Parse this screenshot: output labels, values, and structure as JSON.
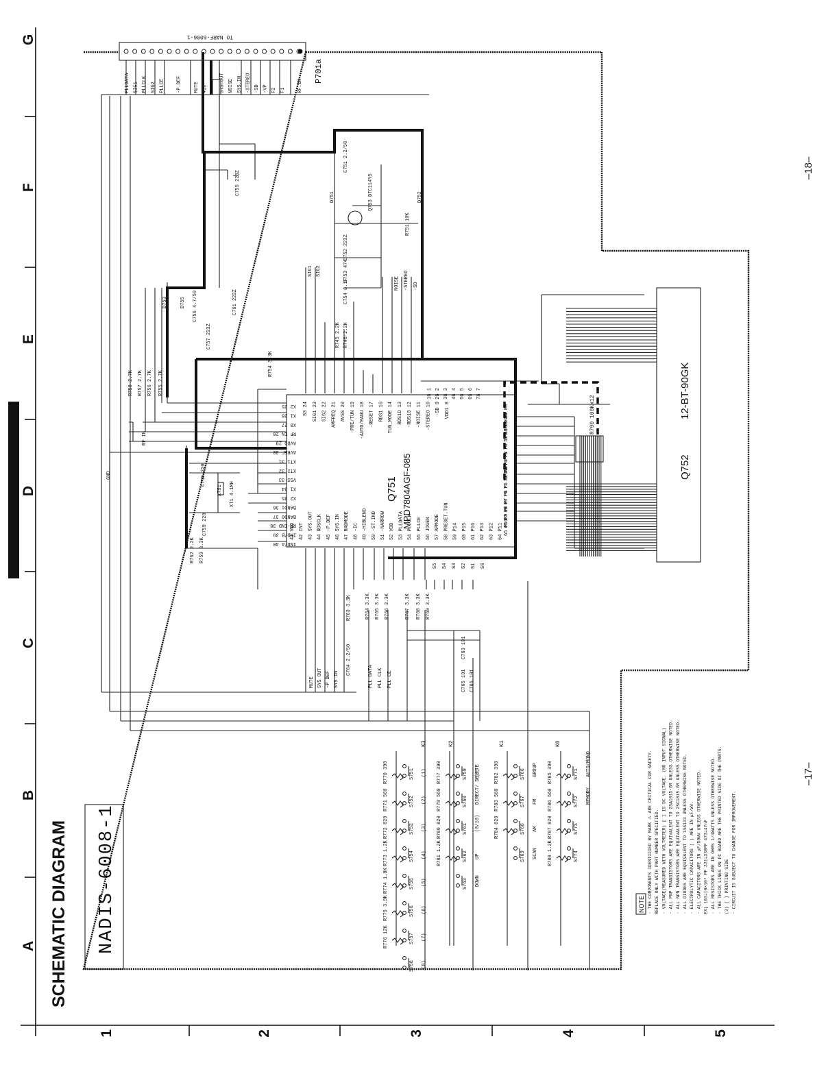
{
  "page": {
    "section_title": "SCHEMATIC DIAGRAM",
    "model": "NADIS-6008-1",
    "page_left": "–17–",
    "page_right": "–18–"
  },
  "grid": {
    "cols": [
      "1",
      "2",
      "3",
      "4",
      "5"
    ],
    "rows": [
      "A",
      "B",
      "C",
      "D",
      "E",
      "F",
      "G"
    ]
  },
  "connector": {
    "title": "TO NARF-6006-1",
    "ref": "P701a",
    "pins": [
      "PLLDATA",
      "SIG1",
      "PLLCLK",
      "SIG2",
      "PLLCE",
      "",
      "-P.DEF",
      "",
      "MUTE",
      "+5V",
      "GND",
      "SYS.OUT",
      "NOISE",
      "SYS.IN",
      "-STEREO",
      "-SD",
      "-VP",
      "F2",
      "F1",
      "",
      "RF.IN"
    ]
  },
  "ic": {
    "ref": "Q751",
    "part": "MPD7804AGF-085",
    "top_pins": [
      "X2 25",
      "X1 26",
      "X0 27",
      "RF IN 28",
      "AVDD 29",
      "AVREF 30",
      "XT1 31",
      "XT2 32",
      "VSS 33",
      "X1 34",
      "X2 35",
      "BAND1 36",
      "BAND0 37",
      "RF-IND 38",
      "IND/B 39",
      "IND/A 40"
    ],
    "right_pins": [
      "S3 24",
      "SIG1 23",
      "SIG2 22",
      "AMFREQ 21",
      "AVSS 20",
      "-PRE/TUN 19",
      "-AUTO/MANU 18",
      "-RESET 17",
      "RDS1 16",
      "TUN_MODE 14",
      "RDS1D 13",
      "-RDS10 12",
      "-NOISE 11",
      "-STEREO 10",
      "-SD 9",
      "VDD1 8"
    ],
    "bottom_pins": [
      "41 VDD",
      "42 INT",
      "43 SYS.OUT",
      "44 RDSCLK",
      "45 -P.DEF",
      "46 SYS.IN",
      "47 RADMODE",
      "48 -IC",
      "49 -HIBLEND",
      "50 -ST.IND",
      "51 -NARROW",
      "52 VDD",
      "53 PLLDATA",
      "54 PLLCLK",
      "55 PLLCE",
      "56 JOGEN",
      "57 APMODE",
      "58 PRESET.TUN",
      "59 P14",
      "60 P15",
      "61 P16",
      "62 P13",
      "63 P12",
      "64 P11"
    ],
    "left_pins": [
      "80 8G",
      "79 9G",
      "78 10G",
      "77 11G",
      "76 12G",
      "75 P1",
      "74 P2",
      "73 P3",
      "72 P4",
      "71 VLOAD",
      "70 P5",
      "69 P6",
      "68 P7",
      "67 P8",
      "66 P9",
      "65 P10"
    ],
    "grid_pins": [
      "1G 1",
      "2G 2",
      "3G 3",
      "4G 4",
      "5G 5",
      "6G 6",
      "7G 7"
    ]
  },
  "display": {
    "ref": "Q752",
    "part": "12-BT-90GK",
    "net_array": "R790 100Kx12"
  },
  "components": [
    "C755 223Z",
    "C751 2.2/50",
    "D751",
    "Q753 DTC114YS",
    "D752",
    "R751 10K",
    "C752 223Z",
    "C753 474",
    "C754 0.1F",
    "R746 2.2K",
    "R745 2.2K",
    "C756 4.7/50",
    "C761 223Z",
    "C757 223Z",
    "R754 3.3K",
    "R758 2.7K",
    "R757 2.7K",
    "R756 2.7K",
    "R755 2.7K",
    "C758 220",
    "C759 220",
    "X751",
    "XT1 4.1MH",
    "R762 2.2K",
    "R759 3.3K",
    "R763 3.3K",
    "R764 3.3K",
    "R765 3.3K",
    "R766 3.3K",
    "R767 3.3K",
    "R768 3.3K",
    "R769 3.3K",
    "C764 2.2/50",
    "C763 101",
    "C765 101",
    "C766 101"
  ],
  "nets": {
    "top": [
      "SIG1",
      "SIG2",
      "NOISE",
      "-STEREO",
      "-SD",
      "RF IN",
      "GND",
      "D753",
      "D755"
    ],
    "left": [
      "MUTE",
      "SYS OUT",
      "-P DEF",
      "SYS IN",
      "PLL DATA",
      "PLL CLK",
      "PLL CE"
    ],
    "bottom": [
      "S5",
      "S4",
      "S3",
      "S2",
      "S1",
      "S0"
    ]
  },
  "keys": {
    "rows": [
      {
        "line": "K3",
        "resistors": [
          "R770 390",
          "R771 560",
          "R772 820",
          "R773 1.2K",
          "R774 1.8K",
          "R775 3.9K",
          "R776 12K"
        ],
        "switches": [
          "S751",
          "S752",
          "S753",
          "S754",
          "S755",
          "S756",
          "S757",
          "S758"
        ],
        "labels": [
          "(1)",
          "(2)",
          "(3)",
          "(4)",
          "(5)",
          "(6)",
          "(7)",
          "(8)"
        ]
      },
      {
        "line": "K2",
        "resistors": [
          "R777 390",
          "R779 560",
          "R780 820",
          "R781 1.2K"
        ],
        "switches": [
          "S759",
          "S760",
          "S761",
          "S762",
          "S763"
        ],
        "labels": [
          "(9)",
          "DIRECT/ DELETE",
          "(0/10)",
          "UP",
          "DOWN"
        ]
      },
      {
        "line": "K1",
        "resistors": [
          "R782 390",
          "R783 560",
          "R784 820"
        ],
        "switches": [
          "S766",
          "S767",
          "S768",
          "S769"
        ],
        "labels": [
          "GROUP",
          "FM",
          "AM",
          "SCAN"
        ]
      },
      {
        "line": "K0",
        "resistors": [
          "R785 390",
          "R786 560",
          "R787 820",
          "R788 1.2K"
        ],
        "switches": [
          "S771",
          "S772",
          "S773",
          "S774"
        ],
        "labels": [
          "AUTO/MONO",
          "MEMORY"
        ]
      }
    ]
  },
  "note": {
    "heading": "NOTE",
    "lines": [
      "· THE COMPONENTS IDENTIFIED BY MARK ⚠ ARE CRITICAL FOR SAFETY.",
      "  REPLACE ONLY WITH PART NUMBER SPECIFIED.",
      "· VOLTAGE(MEASURED WITH VOLTMETER) [ ] IS DC VOLTAGE. (NO INPUT SIGNAL)",
      "· ALL PNP TRANSISTORS ARE EQUIVALENT TO 2SA1015-GR UNLESS OTHERWISE NOTED.",
      "· ALL NPN TRANSISTORS ARE EQUIVALENT TO 2SC1815-GR UNLESS OTHERWISE NOTED.",
      "· ALL DIODES ARE EQUIVALENT TO 1SS133 UNLESS OTHERWISE NOTED.",
      "· ELECTROLYTIC CAPACITORS ( ) ARE IN μF/WV.",
      "· ALL CAPACITORS ARE IN μF/50WV UNLESS OTHERWISE NOTED.",
      "  EX) 103=10×10³ PF  331=330PF  473=47nF",
      "· ALL RESISTORS ARE IN OHMS 1/4WATTS UNLESS OTHERWISE NOTED.",
      "· THE THICK LINES ON PC BOARD ARE THE PRINTED SIDE OF THE PARTS.",
      "  (3) [ ] PRINTING SIDE",
      "· CIRCUIT IS SUBJECT TO CHANGE FOR IMPROVEMENT."
    ]
  }
}
